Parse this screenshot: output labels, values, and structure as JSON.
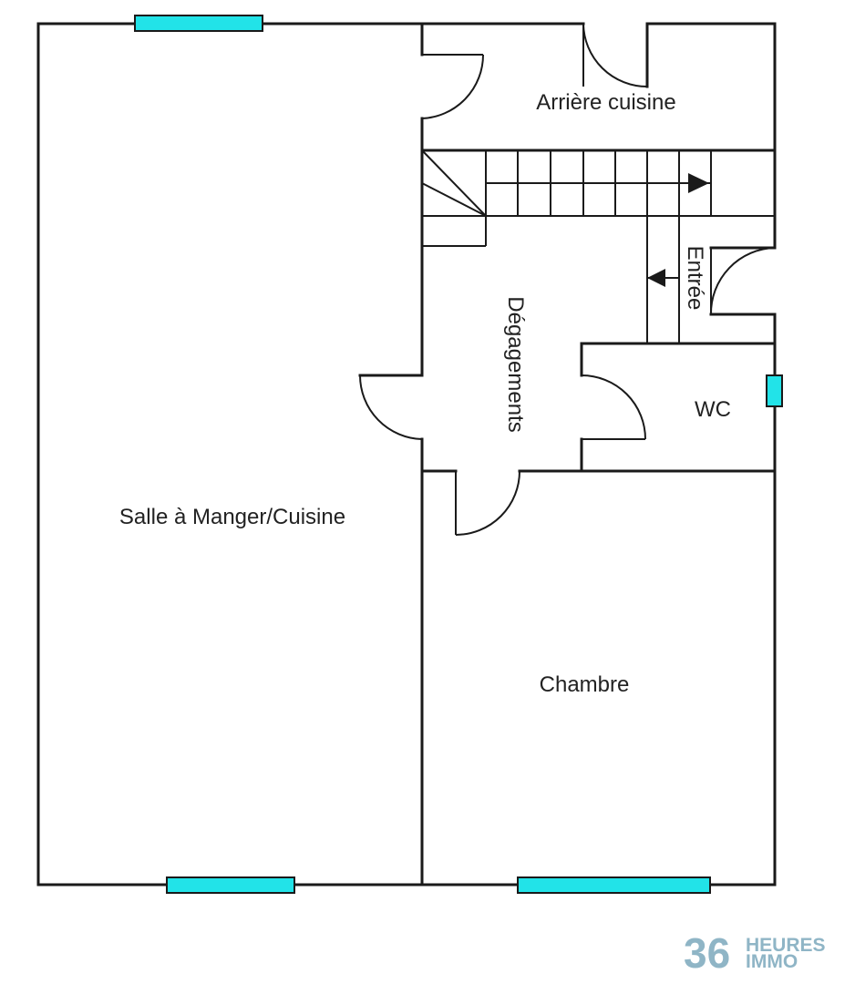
{
  "rooms": {
    "salle_manger": "Salle à Manger/Cuisine",
    "arriere_cuisine": "Arrière cuisine",
    "degagements": "Dégagements",
    "entree": "Entrée",
    "wc": "WC",
    "chambre": "Chambre"
  },
  "logo": {
    "number": "36",
    "line1": "HEURES",
    "line2": "IMMO",
    "color": "#8fb5c6"
  },
  "colors": {
    "wall": "#1a1a1a",
    "window": "#22e3e8",
    "background": "#ffffff"
  }
}
